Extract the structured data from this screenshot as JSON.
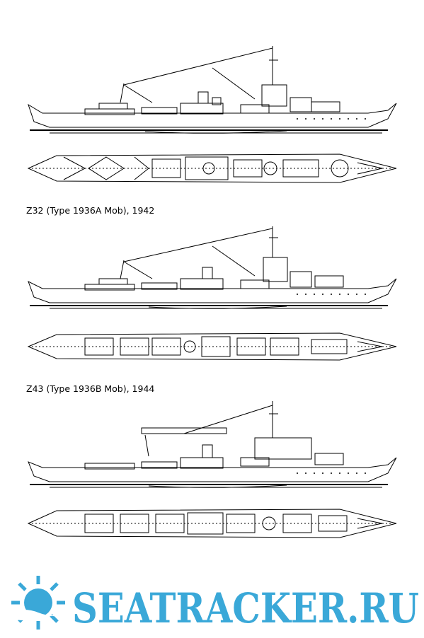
{
  "drawings": [
    {
      "caption": ""
    },
    {
      "caption": "Z32 (Type 1936A Mob), 1942"
    },
    {
      "caption": "Z43 (Type 1936B Mob), 1944"
    }
  ],
  "watermark": {
    "text": "SEATRACKER.RU",
    "color": "#3aa8d8",
    "logo_icon": "sun-wave-icon"
  }
}
